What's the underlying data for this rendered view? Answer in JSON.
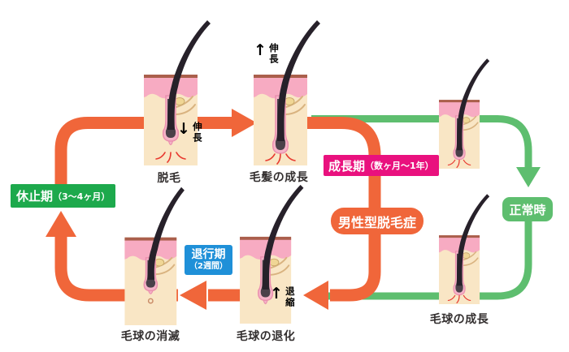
{
  "stages": {
    "shedding": {
      "label": "脱毛"
    },
    "hair_growth": {
      "label": "毛髪の成長"
    },
    "bulb_growth": {
      "label": "毛球の成長"
    },
    "bulb_regression": {
      "label": "毛球の退化"
    },
    "bulb_disappearance": {
      "label": "毛球の消滅"
    }
  },
  "annotations": {
    "elongation_down": {
      "arrow": "↓",
      "text": "伸長"
    },
    "elongation_up": {
      "arrow": "↑",
      "text": "伸長"
    },
    "shrink_up": {
      "arrow": "↑",
      "text": "退縮"
    }
  },
  "badges": {
    "resting": {
      "main": "休止期",
      "sub": "（3～4ヶ月）",
      "color": "#1DA94C"
    },
    "growth": {
      "main": "成長期",
      "sub": "（数ヶ月～1年）",
      "color": "#E9117E"
    },
    "aga": {
      "label": "男性型脱毛症",
      "color": "#F0663A"
    },
    "regression": {
      "main": "退行期",
      "sub": "（2週間）",
      "color": "#1F90D8"
    },
    "normal": {
      "label": "正常時",
      "color": "#5EBE6F"
    }
  },
  "colors": {
    "cycle": "#F0663A",
    "normal_cycle": "#5EBE6F",
    "skin_epidermis": "#F7ABC2",
    "skin_dermis": "#F9E6C5",
    "skin_surface": "#AA5F4C"
  }
}
